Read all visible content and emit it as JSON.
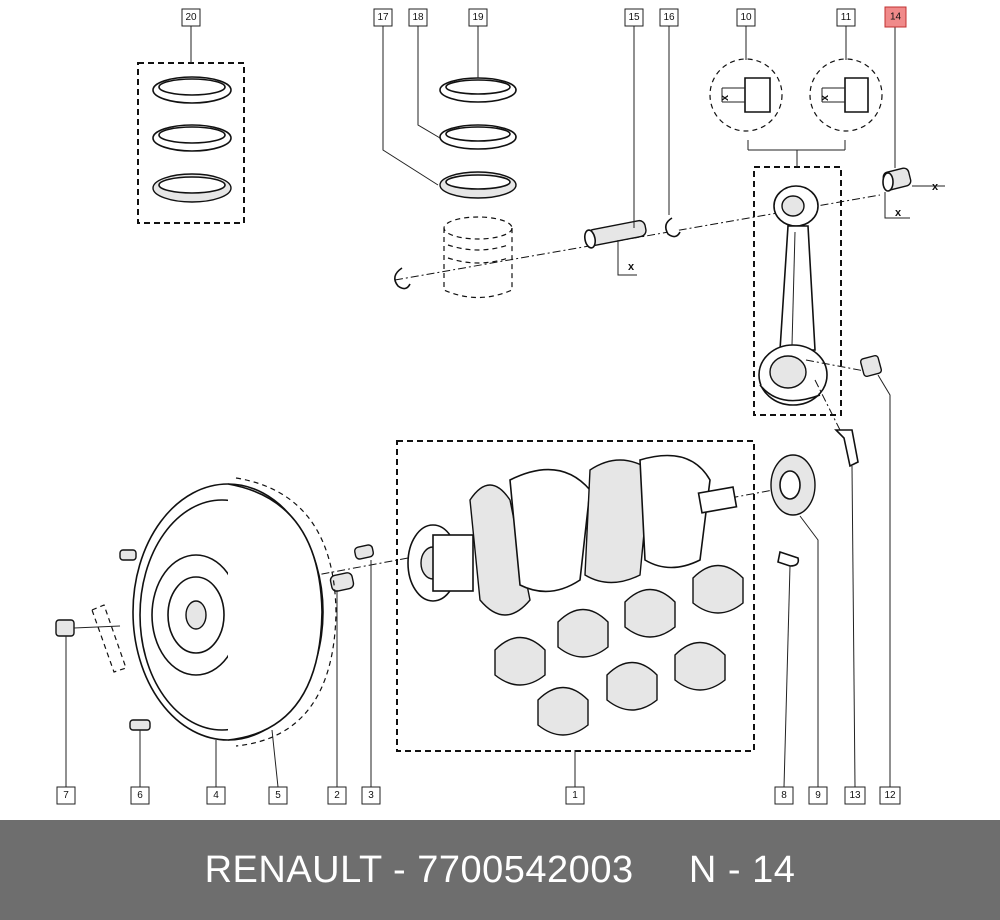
{
  "footer": {
    "brand": "RENAULT",
    "separator": " - ",
    "part_number": "7700542003",
    "gap": "     ",
    "ref_label": "N - 14"
  },
  "diagram": {
    "highlight_color": "#f08a8a",
    "callouts": [
      {
        "id": "1"
      },
      {
        "id": "2"
      },
      {
        "id": "3"
      },
      {
        "id": "4"
      },
      {
        "id": "5"
      },
      {
        "id": "6"
      },
      {
        "id": "7"
      },
      {
        "id": "8"
      },
      {
        "id": "9"
      },
      {
        "id": "10"
      },
      {
        "id": "11"
      },
      {
        "id": "12"
      },
      {
        "id": "13"
      },
      {
        "id": "14",
        "highlighted": true
      },
      {
        "id": "15"
      },
      {
        "id": "16"
      },
      {
        "id": "17"
      },
      {
        "id": "18"
      },
      {
        "id": "19"
      },
      {
        "id": "20"
      }
    ],
    "dimension_label": "X"
  }
}
